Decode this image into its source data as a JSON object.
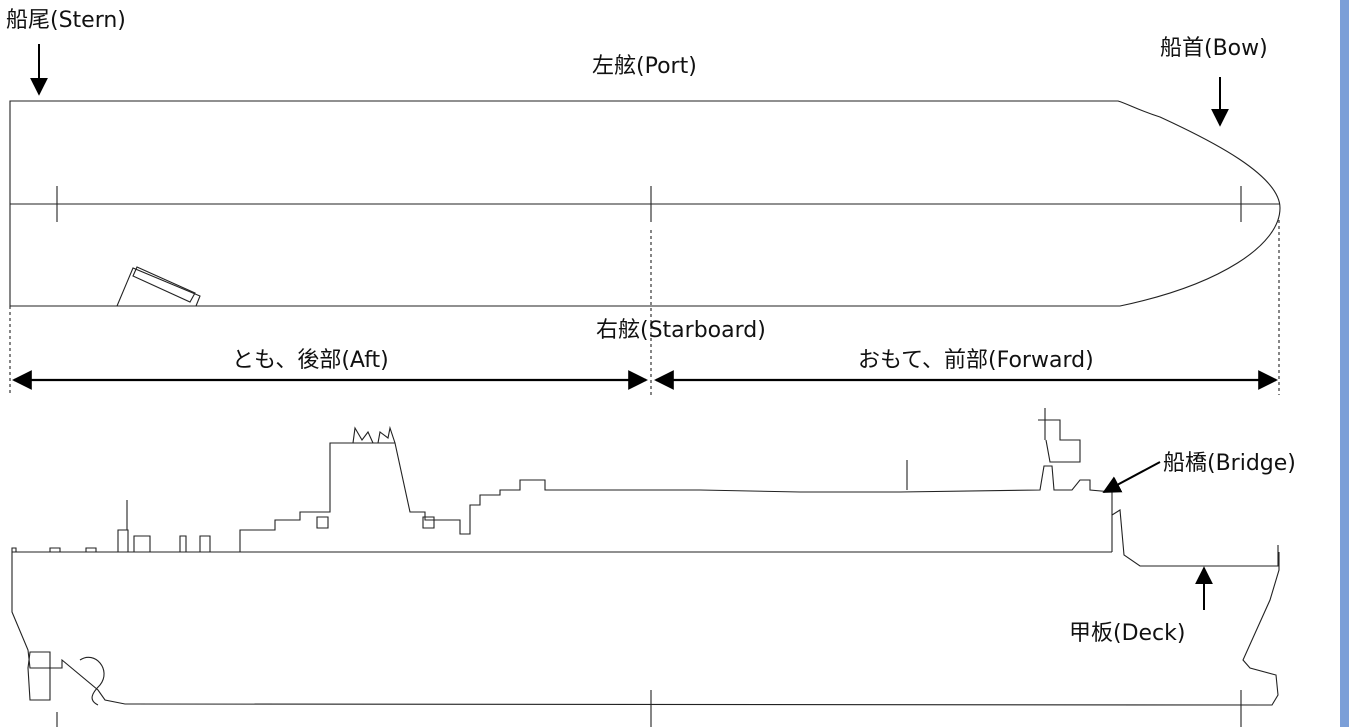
{
  "labels": {
    "stern": "船尾(Stern)",
    "port": "左舷(Port)",
    "bow": "船首(Bow)",
    "starboard": "右舷(Starboard)",
    "aft": "とも、後部(Aft)",
    "forward": "おもて、前部(Forward)",
    "bridge": "船橋(Bridge)",
    "deck": "甲板(Deck)"
  },
  "colors": {
    "line": "#1a1a1a",
    "side_strip": "#7b9fd8"
  }
}
